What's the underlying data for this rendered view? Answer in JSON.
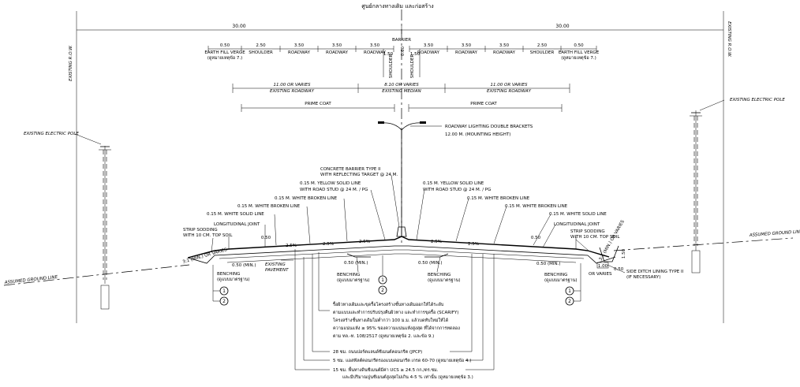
{
  "title": "ศูนย์กลางทางเดิม และก่อสร้าง",
  "dims": {
    "row_half_left": "30.00",
    "row_half_right": "30.00",
    "row_label": "EXISTING R.O.W.",
    "left_segments": [
      {
        "w": "0.50",
        "label": "EARTH FILL VERGE",
        "sub": "(ดูหมายเหตุข้อ 7.)"
      },
      {
        "w": "2.50",
        "label": "SHOULDER"
      },
      {
        "w": "3.50",
        "label": "ROADWAY"
      },
      {
        "w": "3.50",
        "label": "ROADWAY"
      },
      {
        "w": "3.50",
        "label": "ROADWAY"
      }
    ],
    "right_segments": [
      {
        "w": "3.50",
        "label": "ROADWAY"
      },
      {
        "w": "3.50",
        "label": "ROADWAY"
      },
      {
        "w": "3.50",
        "label": "ROADWAY"
      },
      {
        "w": "2.50",
        "label": "SHOULDER"
      },
      {
        "w": "0.50",
        "label": "EARTH FILL VERGE",
        "sub": "(ดูหมายเหตุข้อ 7.)"
      }
    ],
    "barrier": "BARRIER",
    "barrier_w": "0.60",
    "shoulder_w": "1.50",
    "shoulder_label": "SHOULDER",
    "existing_left": "11.00 OR VARIES",
    "existing_left_label": "EXISTING ROADWAY",
    "existing_mid": "8.10 OR VARIES",
    "existing_mid_label": "EXISTING MEDIAN",
    "existing_right": "11.00 OR VARIES",
    "existing_right_label": "EXISTING ROADWAY",
    "prime_coat": "PRIME COAT"
  },
  "labels": {
    "pole_left": "EXISTING ELECTRIC POLE",
    "pole_right": "EXISTING ELECTRIC POLE",
    "lighting_1": "ROADWAY LIGHTING DOUBLE BRACKETS",
    "lighting_2": "12.00 M. (MOUNTING HEIGHT)",
    "barrier_1": "CONCRETE BARRIER TYPE II",
    "barrier_2": "WITH REFLECTING TARGET @ 24 M.",
    "yellow_left_1": "0.15 M. YELLOW SOLID LINE",
    "yellow_left_2": "WITH ROAD STUD @ 24 M. / PG",
    "yellow_right_1": "0.15 M. YELLOW SOLID LINE",
    "yellow_right_2": "WITH ROAD STUD @ 24 M. / PG",
    "wbroken_l1": "0.15 M. WHITE BROKEN LINE",
    "wbroken_l2": "0.15 M. WHITE BROKEN LINE",
    "wbroken_r1": "0.15 M. WHITE BROKEN LINE",
    "wbroken_r2": "0.15 M. WHITE BROKEN LINE",
    "wsolid_l": "0.15 M. WHITE SOLID LINE",
    "wsolid_r": "0.15 M. WHITE SOLID LINE",
    "joint_l": "LONGITUDINAL JOINT",
    "joint_r": "LONGITUDINAL JOINT",
    "sod_l_1": "STRIP SODDING",
    "sod_l_2": "WITH 10 CM. TOP SOIL",
    "sod_r_1": "STRIP SODDING",
    "sod_r_2": "WITH 10 CM. TOP SOIL",
    "slope_l": "3:1 (MIN.) OR VARIES",
    "slope_r": "3:1 (MIN.) OR VARIES",
    "slope_r2": "OR VARIES",
    "ground_l": "ASSUMED GROUND LINE",
    "ground_r": "ASSUMED GROUND LINE",
    "existing_pavement_1": "EXISTING",
    "existing_pavement_2": "PAVEMENT",
    "grade_1": "2.5%",
    "grade_2": "2.5%",
    "grade_3": "2.5%",
    "grade_4": "2.5%",
    "grade_5": "2.5%",
    "dim_050": "0.50",
    "min_l1": "0.50 (MIN.)",
    "min_l2": "0.50 (MIN.)",
    "min_r1": "0.50 (MIN.)",
    "min_r2": "0.50 (MIN.)",
    "bench": "BENCHING",
    "bench_sub": "(ดูแบบมาตรฐาน)",
    "ditch_1": "SIDE DITCH LINING TYPE II",
    "ditch_2": "(IF NECESSARY)",
    "d_150": "1.50",
    "d_100": "1.00",
    "d_050b": "0.50",
    "c1": "1",
    "c2": "2"
  },
  "notes": {
    "note1_l1": "รื้อผิวทางเดิมและขุดรื้อโครงสร้างชั้นทางเดิมออกให้ได้ระดับ",
    "note1_l2": "ตามแบบและทำการปรับปรุงคืนผิวทาง และทำการขุดรื้อ (SCARIFY)",
    "note1_l3": "โครงสร้างชั้นทางเดิมไม่ต่ำกว่า 100 ม.ม. แล้วบดทับใหม่ให้ได้",
    "note1_l4": "ความแน่นแห้ง ≥ 95% ของความแน่นแห้งสูงสุด ที่ได้จากการทดลอง",
    "note1_l5": "ตาม ทล.-ท. 108/2517 (ดูหมายเหตุข้อ 2. และข้อ 9.)",
    "layer1": "28 ซม. ถนนปอร์ตแลนด์ซีเมนต์คอนกรีต (JPCP)",
    "layer2": "5 ซม. แอสฟัลต์คอนกรีตรองแบบคอนกรีต เกรด 60-70 (ดูหมายเหตุข้อ 4.)",
    "layer3a": "15 ซม. พื้นทางดินซีเมนต์มีค่า UCS ≥ 24.5 กก./ตร.ซม.",
    "layer3b": "และมีปริมาณปูนซีเมนต์สูงสุดไม่เกิน 4-5 % เท่านั้น (ดูหมายเหตุข้อ 3.)"
  }
}
